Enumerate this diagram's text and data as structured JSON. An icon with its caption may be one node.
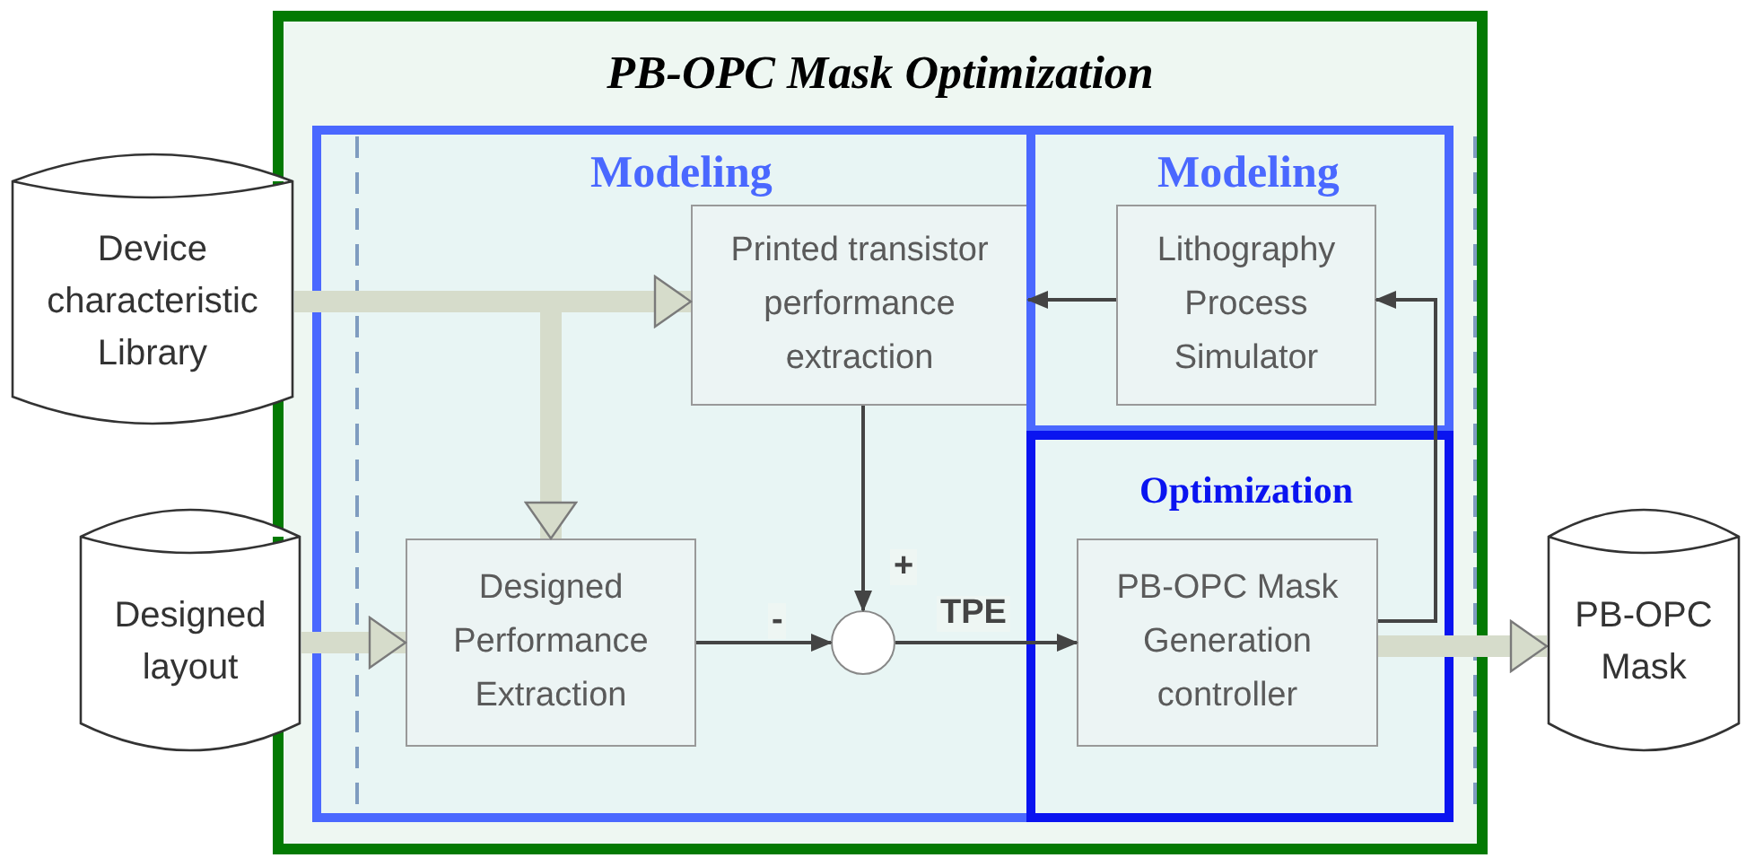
{
  "diagram": {
    "nodes": [
      {
        "text": [
          "PB-OPC Mask Optimization"
        ]
      },
      {
        "text": [
          "Modeling"
        ],
        "in": 0
      },
      {
        "text": [
          "Modeling"
        ],
        "in": 0
      },
      {
        "text": [
          "Optimization"
        ],
        "in": 0
      },
      {
        "text": [
          "Printed transistor performance extraction"
        ],
        "in": 1
      },
      {
        "text": [
          "Lithography Process Simulator"
        ],
        "in": 2
      },
      {
        "text": [
          "Designed Performance Extraction"
        ],
        "in": 1
      },
      {
        "text": [],
        "shape": "circle",
        "in": 1
      },
      {
        "text": [
          "PB-OPC Mask Generation controller"
        ],
        "in": 3
      },
      {
        "text": [
          "Device characteristic Library"
        ]
      },
      {
        "text": [
          "Designed layout"
        ]
      },
      {
        "text": [
          "PB-OPC Mask"
        ]
      }
    ],
    "edges": [
      {
        "from": 9,
        "to": 4,
        "arrow": "to",
        "style": "thick",
        "color": "#d6dccb"
      },
      {
        "from": 9,
        "to": 6,
        "arrow": "to",
        "style": "thick",
        "color": "#d6dccb"
      },
      {
        "from": 10,
        "to": 6,
        "arrow": "to",
        "style": "thick",
        "color": "#d6dccb"
      },
      {
        "from": 6,
        "to": 7,
        "arrow": "to",
        "label": "-"
      },
      {
        "from": 4,
        "to": 7,
        "arrow": "to",
        "label": "+"
      },
      {
        "from": 7,
        "to": 8,
        "arrow": "to",
        "label": "TPE"
      },
      {
        "from": 5,
        "to": 4,
        "arrow": "to"
      },
      {
        "from": 8,
        "to": 5,
        "arrow": "to"
      },
      {
        "from": 8,
        "to": 11,
        "arrow": "to",
        "style": "thick",
        "color": "#d6dccb"
      }
    ]
  }
}
